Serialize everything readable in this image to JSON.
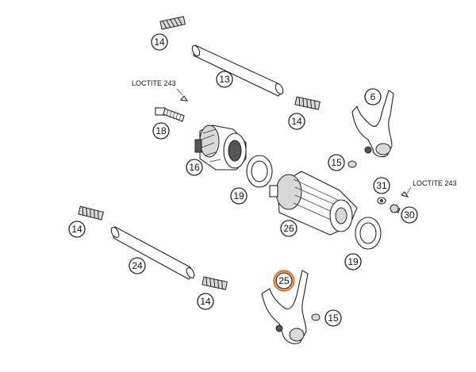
{
  "notes": {
    "loctite_left": "LOCTITE 243",
    "loctite_right": "LOCTITE 243"
  },
  "callouts": {
    "c14_top": "14",
    "c13": "13",
    "c18": "18",
    "c14_mid": "14",
    "c6": "6",
    "c16": "16",
    "c15_top": "15",
    "c19_left": "19",
    "c31": "31",
    "c30": "30",
    "c26": "26",
    "c14_left": "14",
    "c24": "24",
    "c19_right": "19",
    "c25": "25",
    "c14_bottom": "14",
    "c15_bottom": "15"
  },
  "selected_callout": "25",
  "colors": {
    "selection_ring": "#e8762d",
    "outline": "#222222"
  }
}
